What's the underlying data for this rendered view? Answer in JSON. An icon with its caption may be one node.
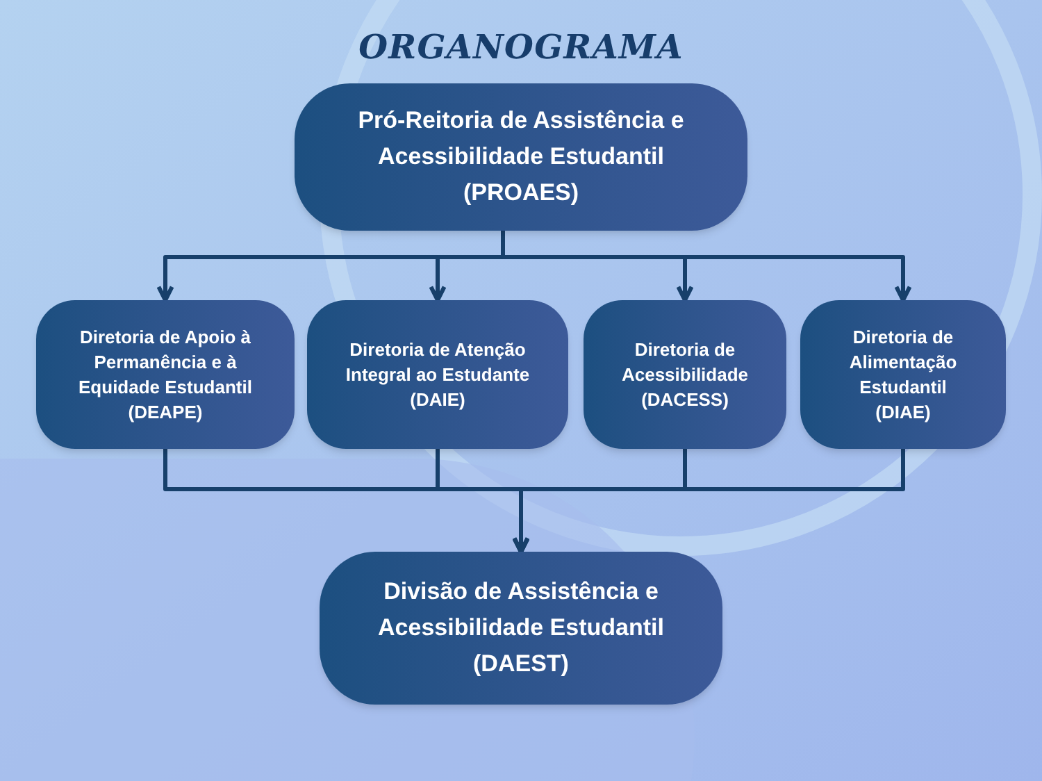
{
  "diagram": {
    "title": "ORGANOGRAMA",
    "nodes": [
      {
        "text": [
          "Pró-Reitoria de Assistência e Acessibilidade Estudantil",
          "(PROAES)"
        ]
      },
      {
        "text": [
          "Diretoria de Apoio à Permanência e à Equidade Estudantil",
          "(DEAPE)"
        ]
      },
      {
        "text": [
          "Diretoria de Atenção Integral ao Estudante",
          "(DAIE)"
        ]
      },
      {
        "text": [
          "Diretoria de Acessibilidade",
          "(DACESS)"
        ]
      },
      {
        "text": [
          "Diretoria de Alimentação Estudantil",
          "(DIAE)"
        ]
      },
      {
        "text": [
          "Divisão de Assistência e Acessibilidade Estudantil",
          "(DAEST)"
        ]
      }
    ],
    "edges": [
      {
        "from": 0,
        "to": 1,
        "arrow": "to"
      },
      {
        "from": 0,
        "to": 2,
        "arrow": "to"
      },
      {
        "from": 0,
        "to": 3,
        "arrow": "to"
      },
      {
        "from": 0,
        "to": 4,
        "arrow": "to"
      },
      {
        "from": 1,
        "to": 5,
        "arrow": "to"
      },
      {
        "from": 2,
        "to": 5,
        "arrow": "to"
      },
      {
        "from": 3,
        "to": 5,
        "arrow": "to"
      },
      {
        "from": 4,
        "to": 5,
        "arrow": "to"
      }
    ]
  }
}
